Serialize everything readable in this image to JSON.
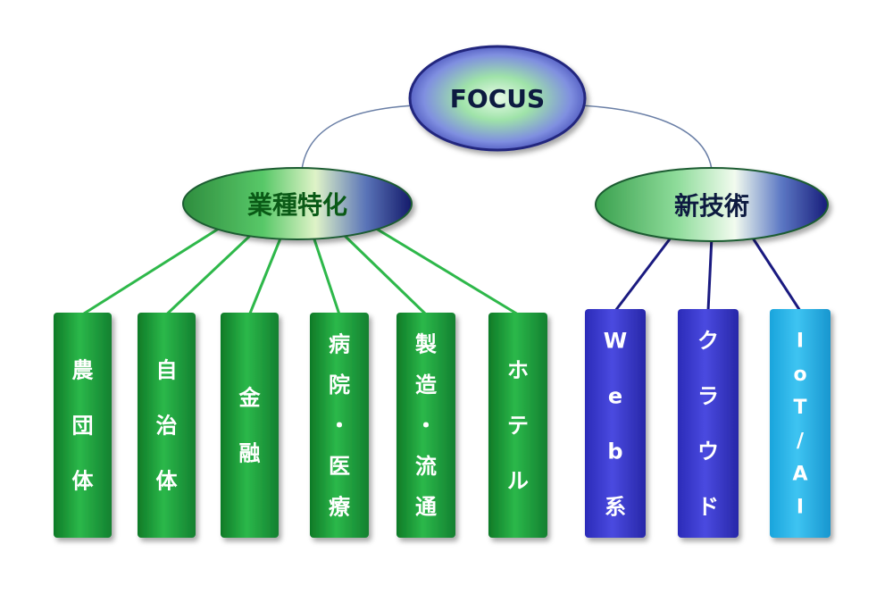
{
  "root": {
    "label": "FOCUS"
  },
  "branches": [
    {
      "id": "industry",
      "label": "業種特化",
      "items": [
        {
          "id": "nodan",
          "lines": [
            "農",
            "団",
            "体"
          ]
        },
        {
          "id": "jichitai",
          "lines": [
            "自",
            "治",
            "体"
          ]
        },
        {
          "id": "kinyu",
          "lines": [
            "金",
            "融"
          ]
        },
        {
          "id": "iryo",
          "lines": [
            "病",
            "院",
            "・",
            "医",
            "療"
          ]
        },
        {
          "id": "ryutsu",
          "lines": [
            "製",
            "造",
            "・",
            "流",
            "通"
          ]
        },
        {
          "id": "hotel",
          "lines": [
            "ホ",
            "テ",
            "ル"
          ]
        }
      ]
    },
    {
      "id": "tech",
      "label": "新技術",
      "items": [
        {
          "id": "web",
          "lines": [
            "W",
            "e",
            "b",
            "系"
          ]
        },
        {
          "id": "cloud",
          "lines": [
            "ク",
            "ラ",
            "ウ",
            "ド"
          ]
        },
        {
          "id": "iot",
          "lines": [
            "I",
            "o",
            "T",
            "/",
            "A",
            "I"
          ]
        }
      ]
    }
  ],
  "colors": {
    "green_box": "#1e9a3a",
    "blue_box": "#3a3ad0",
    "cyan_box": "#29b6ea",
    "green_line": "#2eb84a",
    "blue_line": "#1a1a80",
    "root_line": "#6a7fa6",
    "label_green": "#0a5a16",
    "label_navy": "#0d1a40"
  }
}
